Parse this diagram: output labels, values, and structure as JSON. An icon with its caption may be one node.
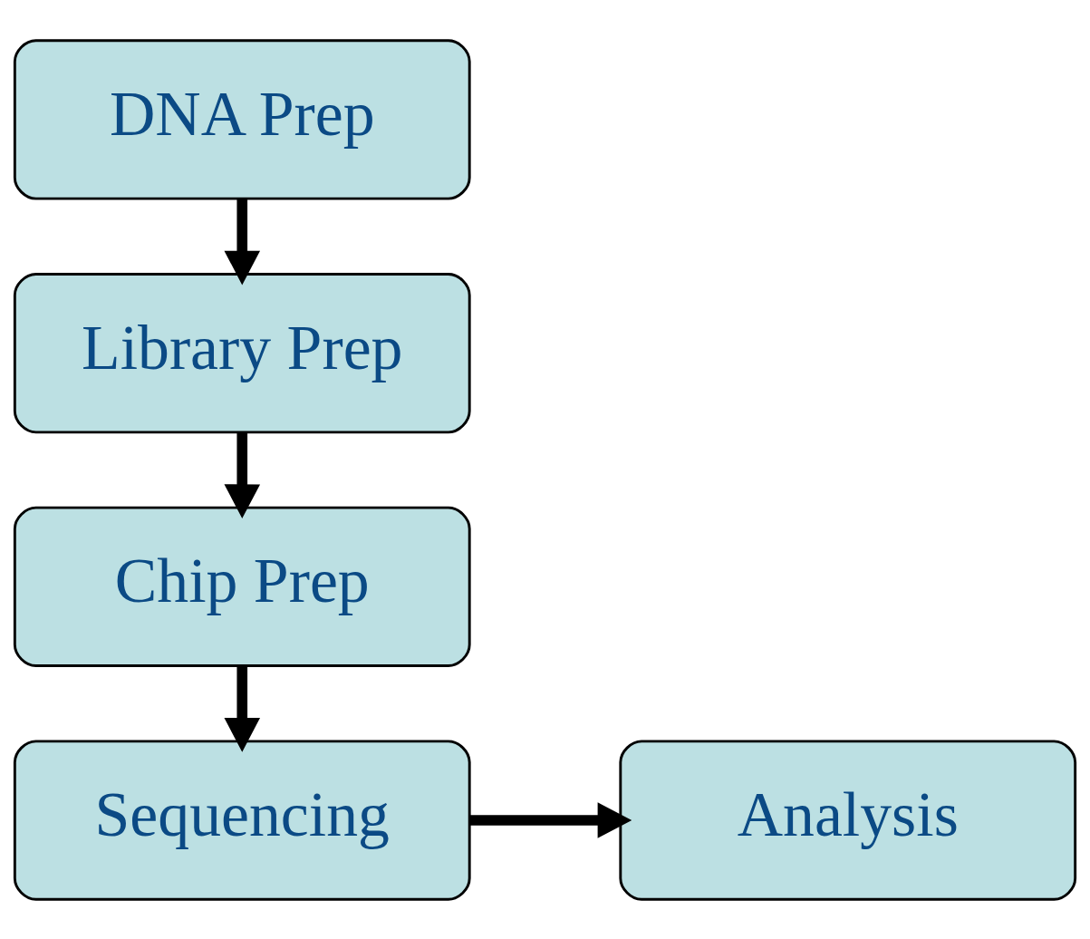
{
  "diagram": {
    "nodes": [
      {
        "text": [
          "DNA Prep"
        ]
      },
      {
        "text": [
          "Library Prep"
        ]
      },
      {
        "text": [
          "Chip Prep"
        ]
      },
      {
        "text": [
          "Sequencing"
        ]
      },
      {
        "text": [
          "Analysis"
        ]
      }
    ],
    "edges": [
      {
        "from": 0,
        "to": 1,
        "arrow": "to"
      },
      {
        "from": 1,
        "to": 2,
        "arrow": "to"
      },
      {
        "from": 2,
        "to": 3,
        "arrow": "to"
      },
      {
        "from": 3,
        "to": 4,
        "arrow": "to"
      }
    ]
  }
}
